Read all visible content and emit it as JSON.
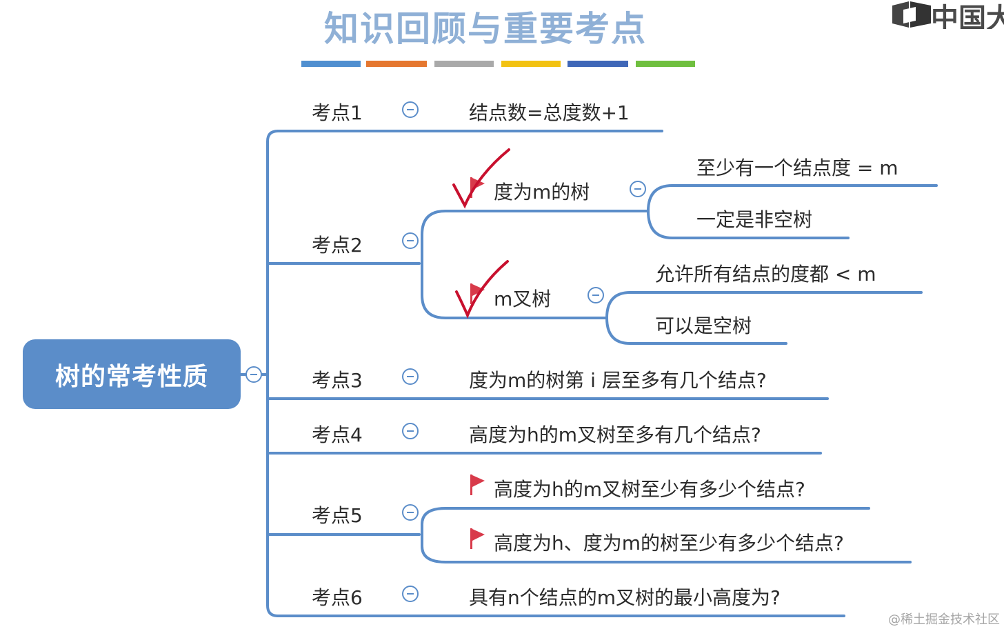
{
  "title": "知识回顾与重要考点",
  "logo_text": "中国大",
  "watermark": "@稀土掘金技术社区",
  "root": {
    "label": "树的常考性质"
  },
  "colors": {
    "accent": "#5b8dc9",
    "strip": [
      "#4f8fd0",
      "#e5772f",
      "#a9a9a9",
      "#f2c212",
      "#3f67b8",
      "#6fbf3f"
    ],
    "flag": "#d83a4a",
    "check": "#c8102e"
  },
  "points": [
    {
      "label": "考点1",
      "content": "结点数=总度数+1"
    },
    {
      "label": "考点2",
      "children": [
        {
          "label": "度为m的树",
          "flag": true,
          "checked": true,
          "children": [
            "至少有一个结点度 = m",
            "一定是非空树"
          ]
        },
        {
          "label": "m叉树",
          "flag": true,
          "checked": true,
          "children": [
            "允许所有结点的度都 < m",
            "可以是空树"
          ]
        }
      ]
    },
    {
      "label": "考点3",
      "content": "度为m的树第 i 层至多有几个结点?"
    },
    {
      "label": "考点4",
      "content": "高度为h的m叉树至多有几个结点?"
    },
    {
      "label": "考点5",
      "children": [
        {
          "label": "高度为h的m叉树至少有多少个结点?",
          "flag": true
        },
        {
          "label": "高度为h、度为m的树至少有多少个结点?",
          "flag": true
        }
      ]
    },
    {
      "label": "考点6",
      "content": "具有n个结点的m叉树的最小高度为?"
    }
  ]
}
